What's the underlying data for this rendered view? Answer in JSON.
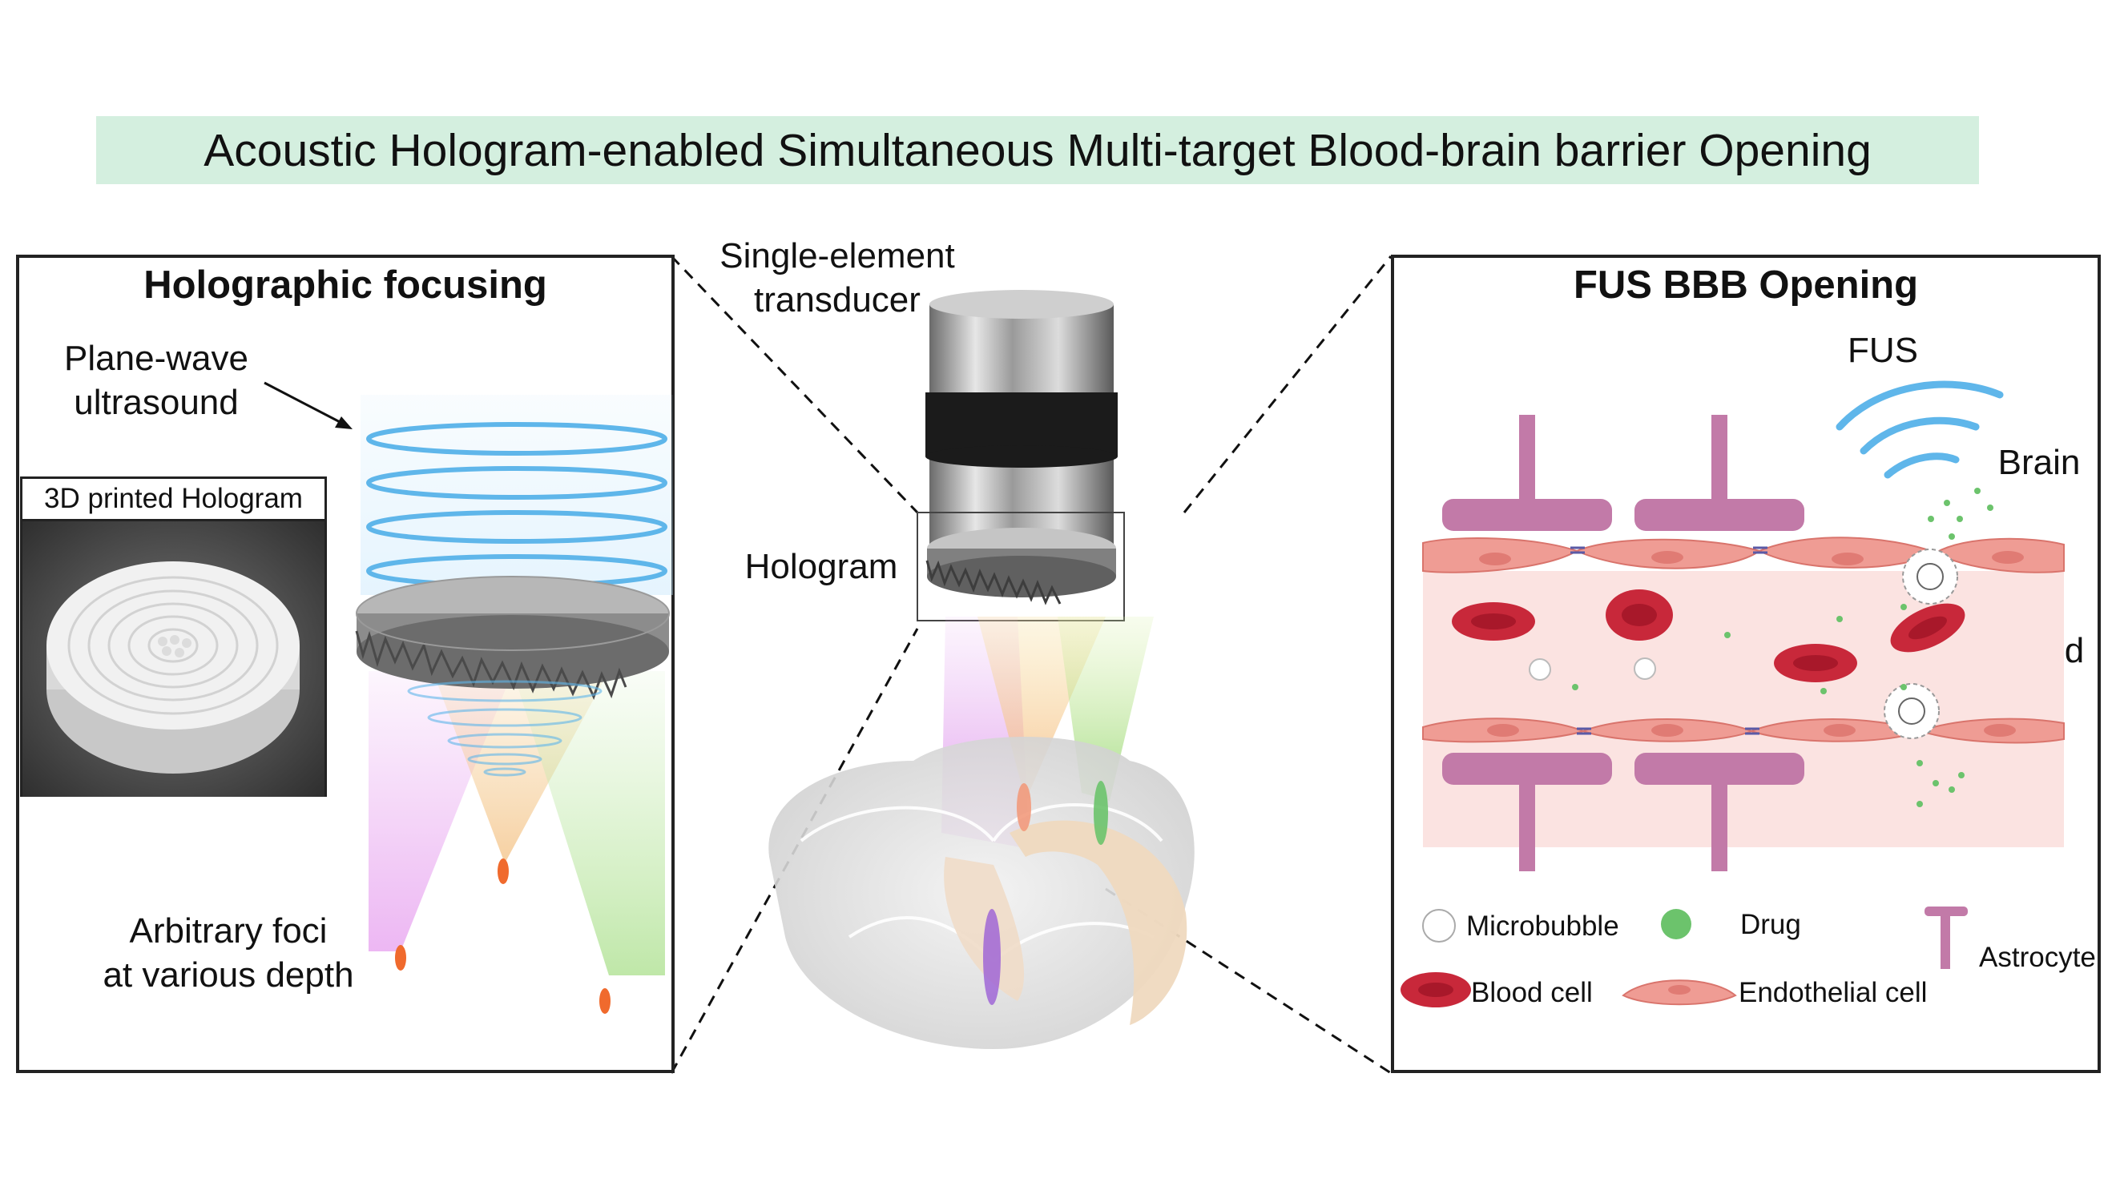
{
  "title": "Acoustic Hologram-enabled Simultaneous Multi-target Blood-brain barrier Opening",
  "left_panel": {
    "heading": "Holographic focusing",
    "plane_wave_label_line1": "Plane-wave",
    "plane_wave_label_line2": "ultrasound",
    "photo_caption": "3D printed Hologram",
    "foci_label_line1": "Arbitrary foci",
    "foci_label_line2": "at various depth"
  },
  "center": {
    "transducer_label_line1": "Single-element",
    "transducer_label_line2": "transducer",
    "hologram_label": "Hologram"
  },
  "right_panel": {
    "heading": "FUS BBB Opening",
    "fus_label": "FUS",
    "brain_label": "Brain",
    "blood_label": "Blood",
    "legend": {
      "microbubble": "Microbubble",
      "drug": "Drug",
      "astrocyte": "Astrocyte",
      "blood_cell": "Blood cell",
      "endothelial_cell": "Endothelial cell"
    }
  },
  "colors": {
    "banner": "#d4efdf",
    "wave_blue": "#5fb6ea",
    "focus_orange": "#f06a2d",
    "beam_purple": "#d77fe6",
    "beam_green": "#8fd46b",
    "astrocyte": "#c27aa8",
    "endothelial": "#ef9c94",
    "blood_cell": "#c8283a",
    "drug": "#6cc36c"
  }
}
